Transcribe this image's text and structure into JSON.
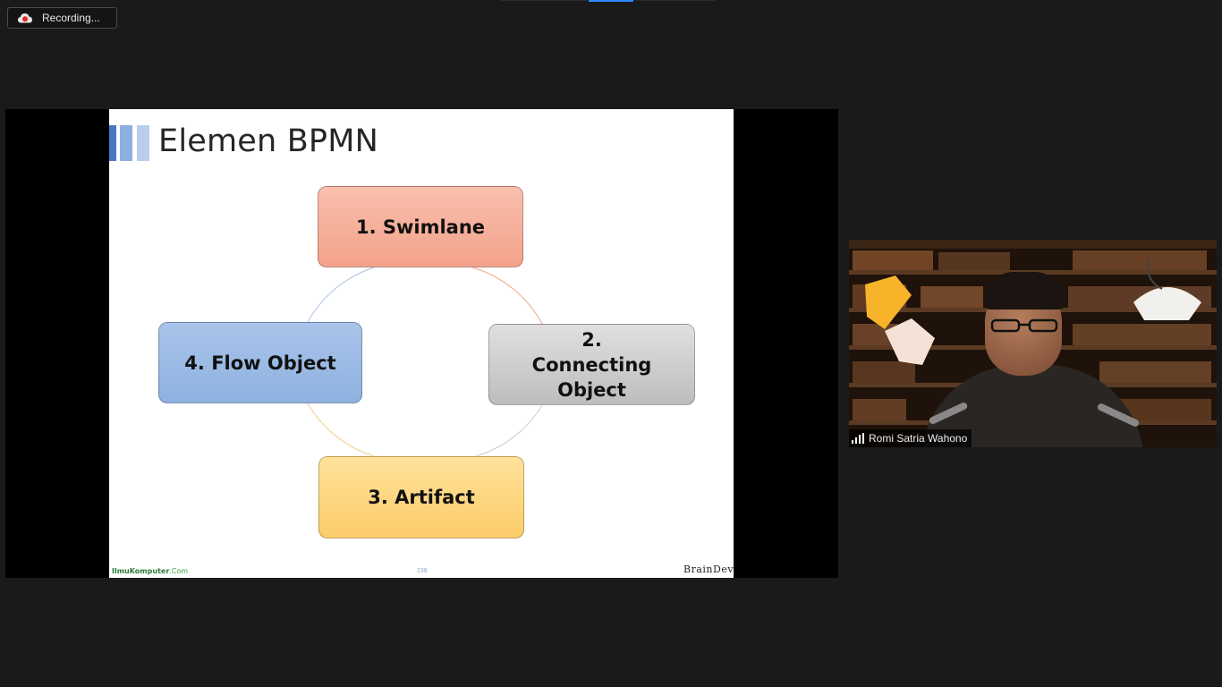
{
  "recording": {
    "label": "Recording..."
  },
  "slide": {
    "title": "Elemen BPMN",
    "boxes": {
      "swimlane": "1. Swimlane",
      "connecting": "2. Connecting Object",
      "artifact": "3. Artifact",
      "flow": "4. Flow Object"
    },
    "footer": {
      "site_name": "IlmuKomputer",
      "site_suffix": ".Com",
      "page_number": "238",
      "brand": "BrainDevs"
    }
  },
  "participant": {
    "name": "Romi Satria Wahono"
  }
}
